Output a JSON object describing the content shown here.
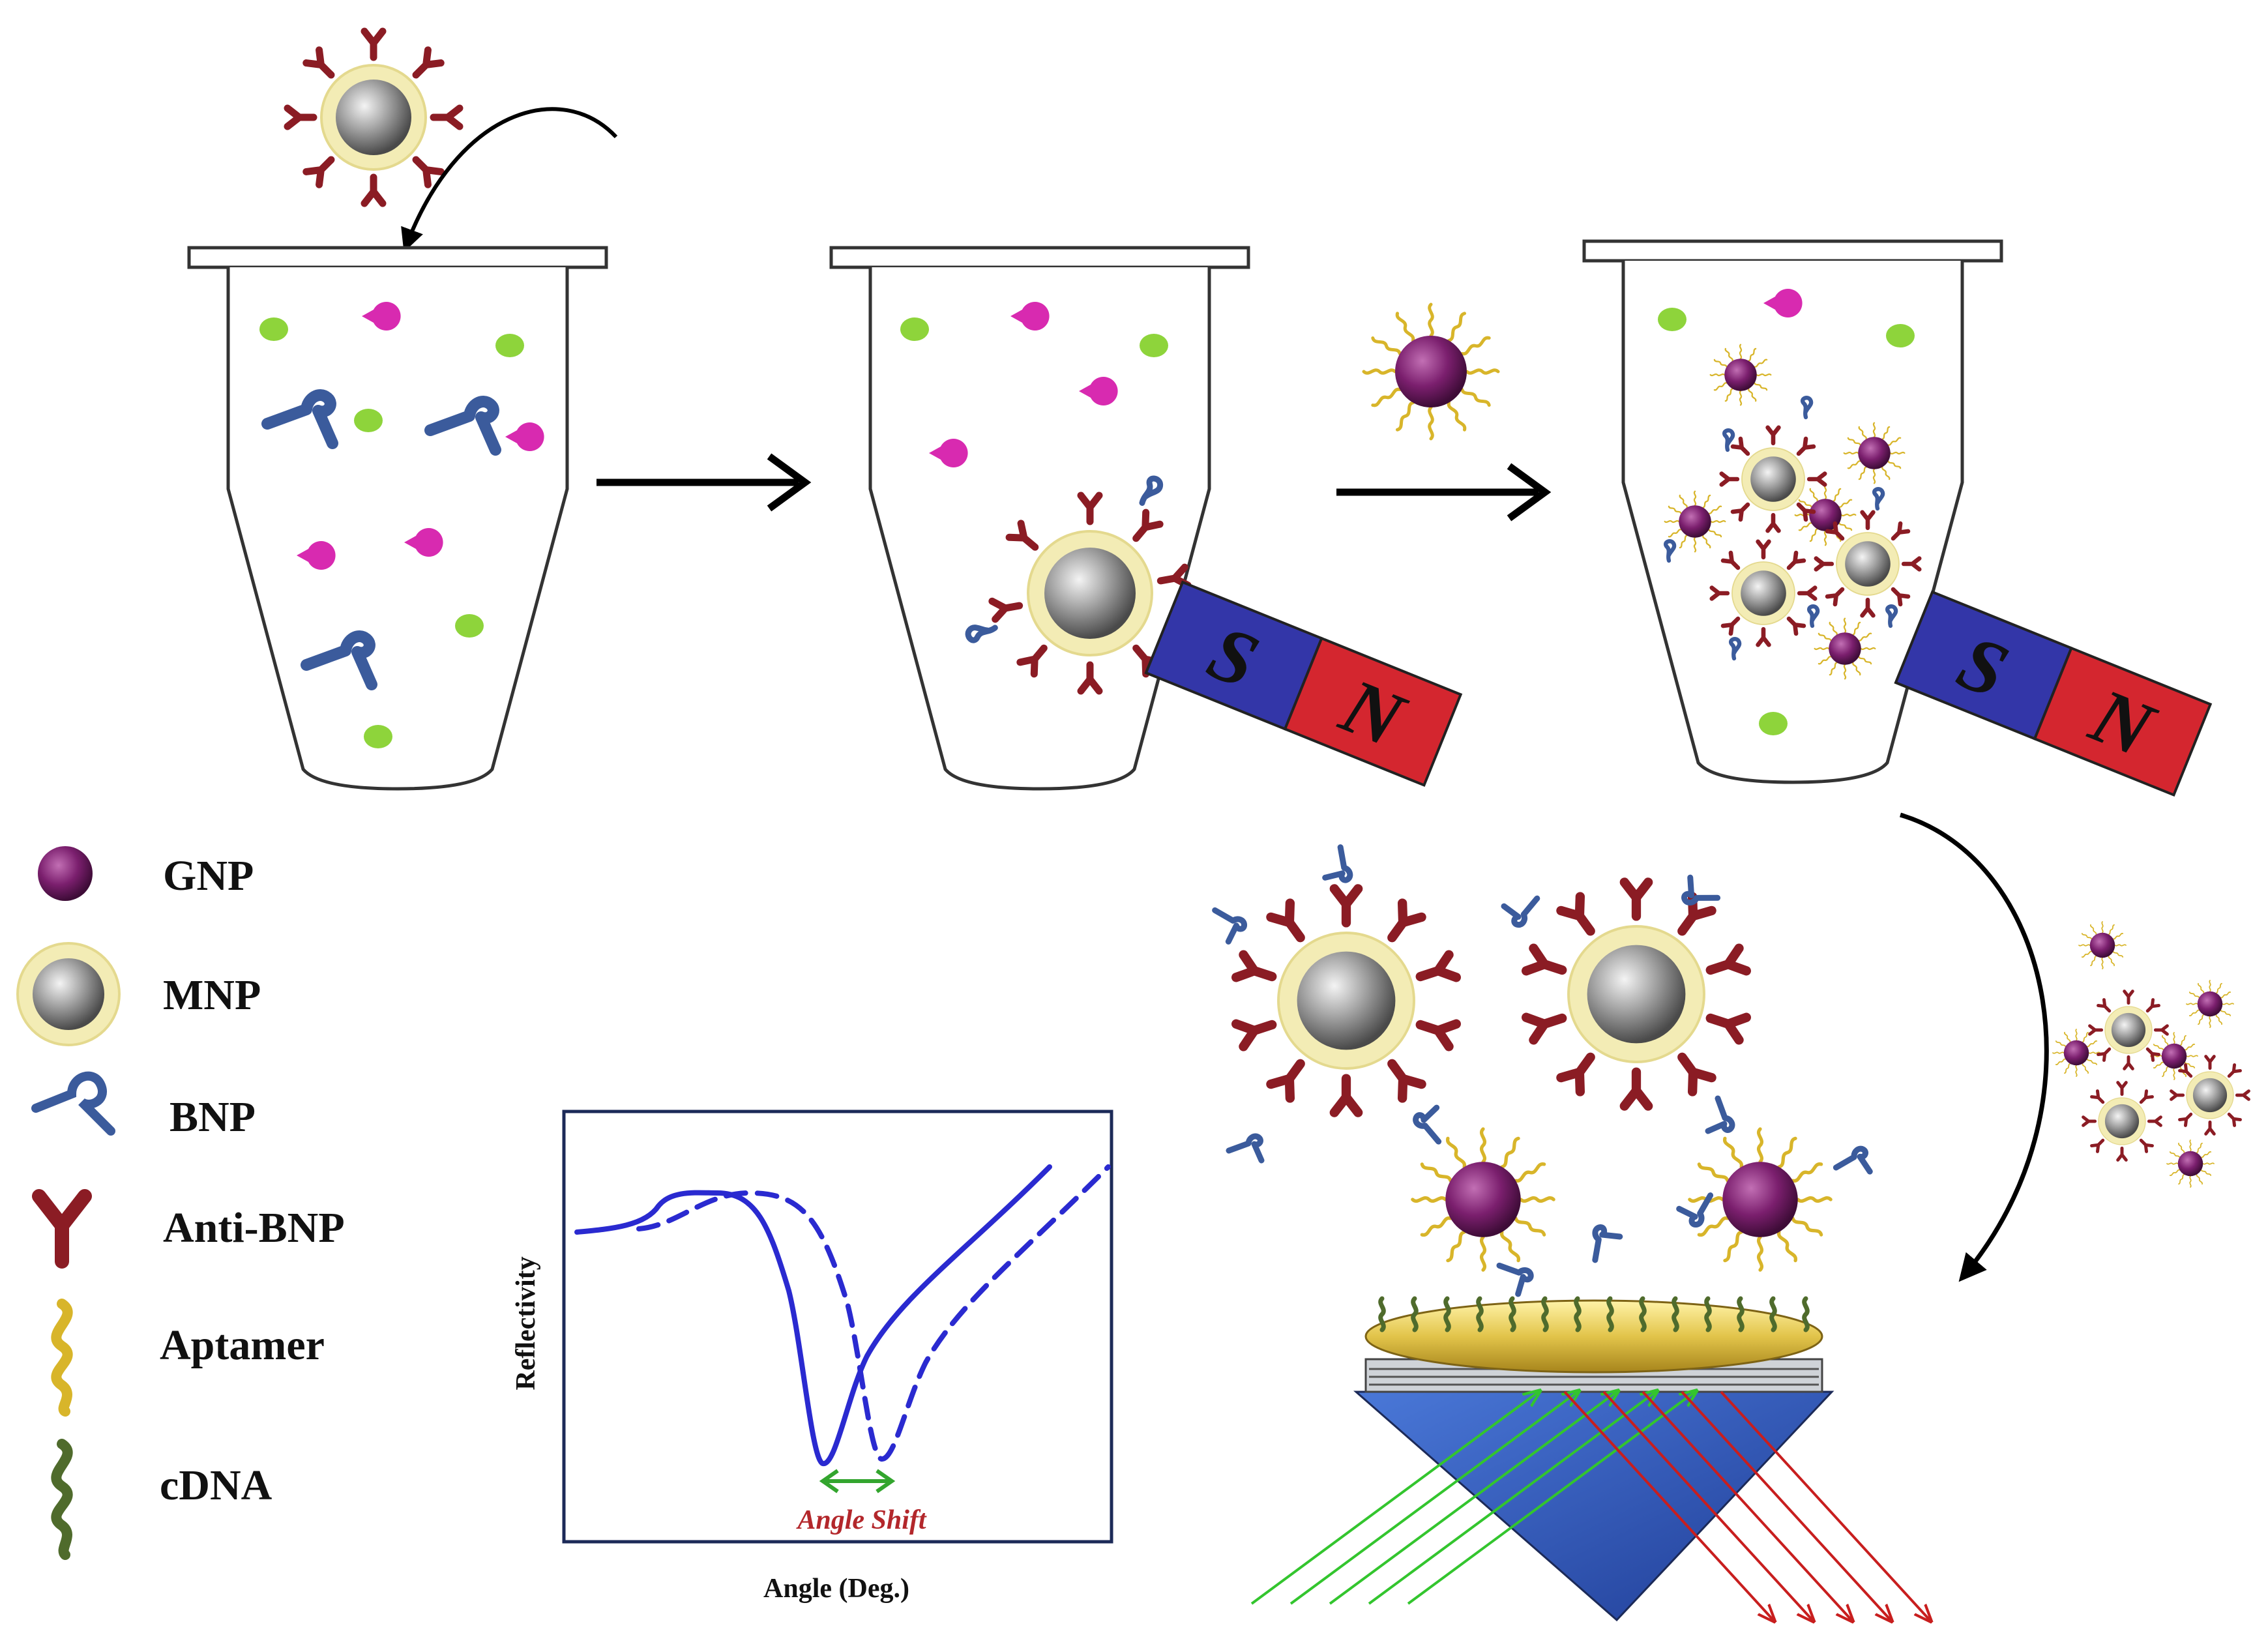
{
  "legend": {
    "gnp": "GNP",
    "mnp": "MNP",
    "bnp": "BNP",
    "anti_bnp": "Anti-BNP",
    "aptamer": "Aptamer",
    "cdna": "cDNA"
  },
  "magnet": {
    "south": "S",
    "north": "N"
  },
  "chart": {
    "ylabel": "Reflectivity",
    "xlabel": "Angle (Deg.)",
    "shift_label": "Angle Shift"
  },
  "colors": {
    "gnp": "#7b1f6e",
    "mnp_core": "#8a8a8a",
    "mnp_shell": "#f3ecb5",
    "bnp": "#3b5b9c",
    "anti_bnp": "#8b1c24",
    "aptamer": "#d8b52a",
    "cdna": "#4f6b2c",
    "green_dot": "#8ed43b",
    "magenta_dot": "#d82ab0",
    "magnet_south": "#3336a8",
    "magnet_north": "#d4262f",
    "curve": "#2a2ad0",
    "gold_film": "#e2c44a",
    "prism": "#2d52b8",
    "incident_light": "#33c52e",
    "reflected_light": "#c81e1e"
  },
  "icons": [
    "tube-icon",
    "magnet-icon",
    "prism-icon",
    "arrow-icon"
  ]
}
